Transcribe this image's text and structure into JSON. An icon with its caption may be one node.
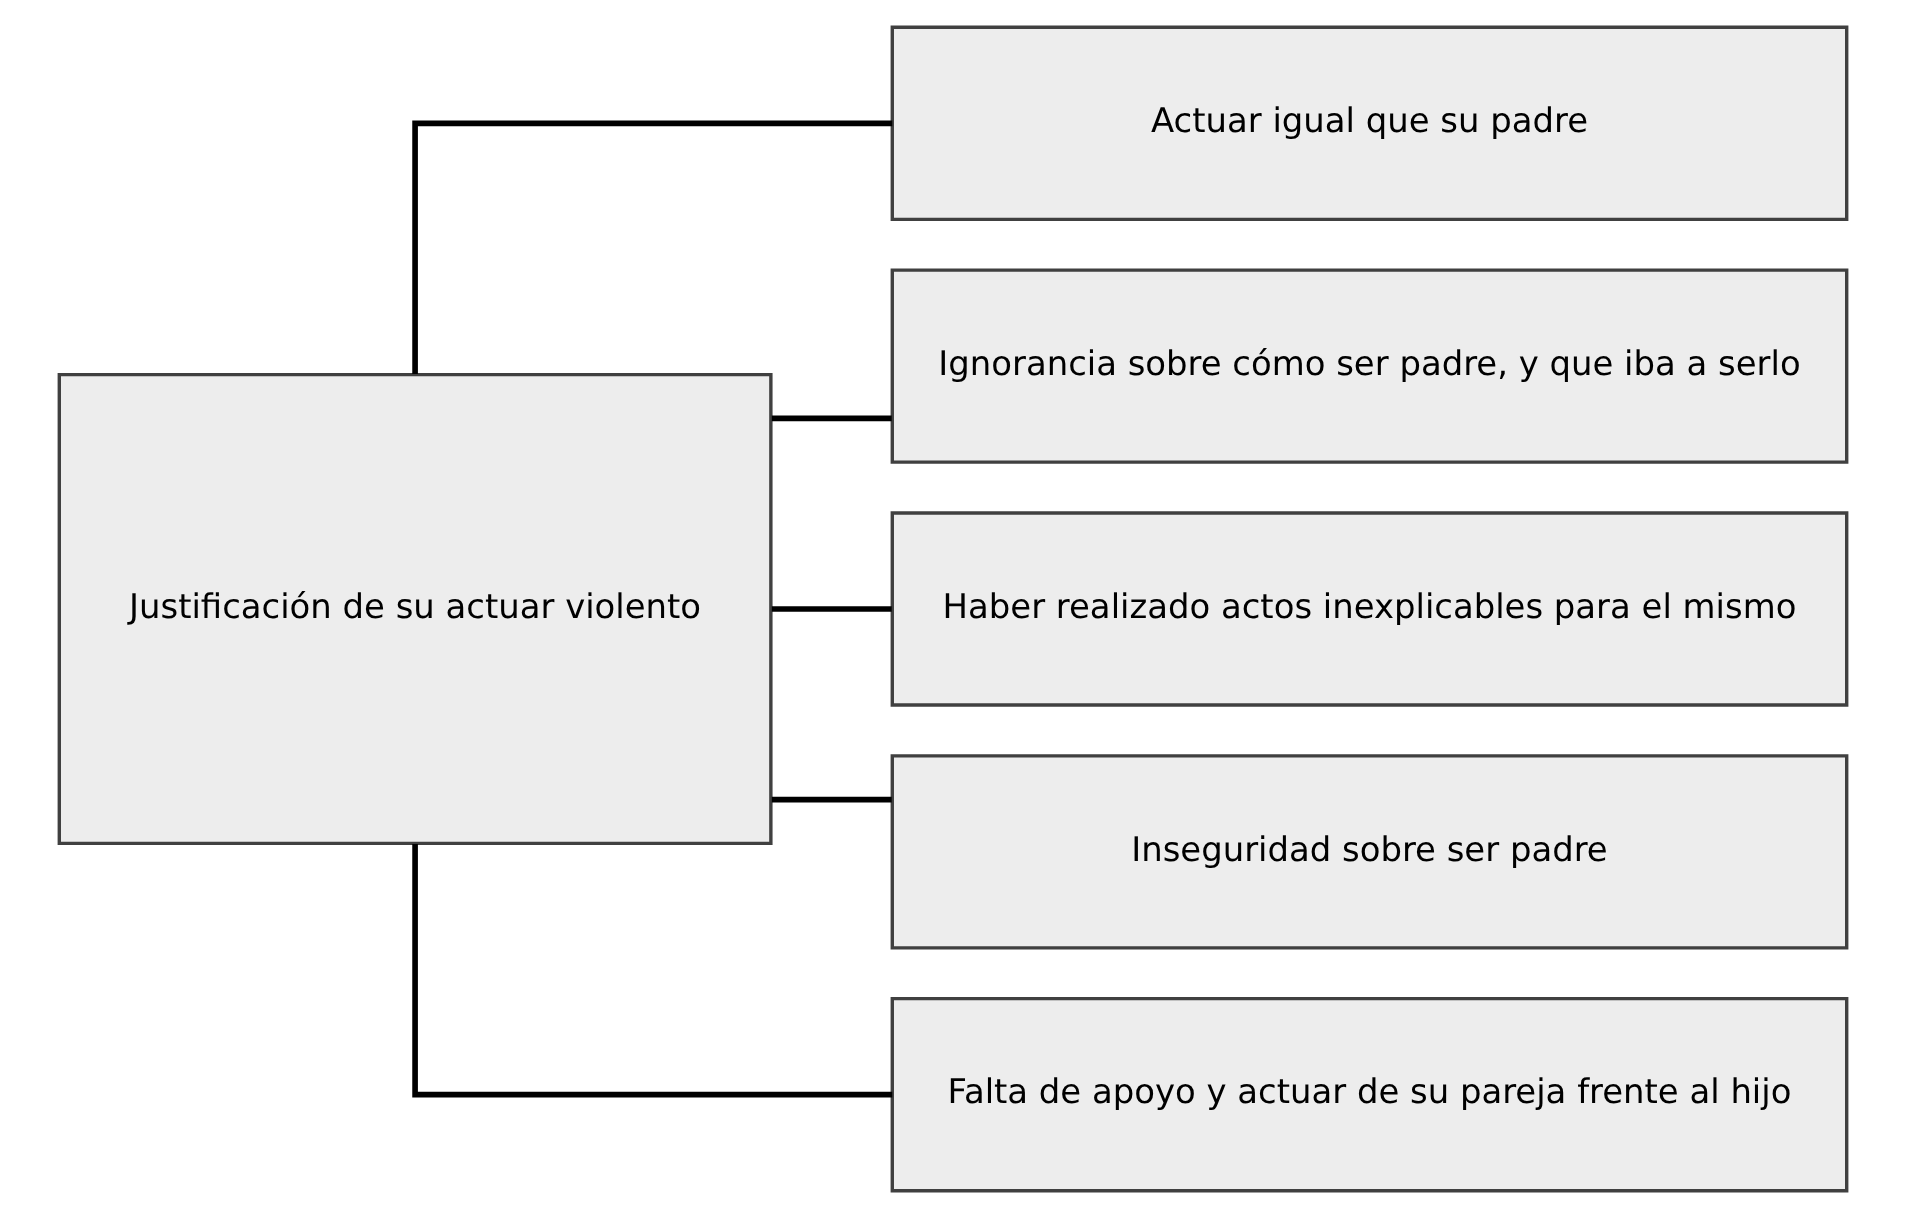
{
  "diagram": {
    "nodes": [
      {
        "text": [
          "Justificación de su actuar violento"
        ]
      },
      {
        "text": [
          "Actuar igual que su padre"
        ]
      },
      {
        "text": [
          "Ignorancia sobre cómo ser padre, y que iba a serlo"
        ]
      },
      {
        "text": [
          "Haber realizado actos inexplicables para el mismo"
        ]
      },
      {
        "text": [
          "Inseguridad sobre ser padre"
        ]
      },
      {
        "text": [
          "Falta de apoyo y actuar de su pareja frente al hijo"
        ]
      }
    ],
    "edges": [
      {
        "from": 0,
        "to": 1,
        "arrow": "none"
      },
      {
        "from": 0,
        "to": 2,
        "arrow": "none"
      },
      {
        "from": 0,
        "to": 3,
        "arrow": "none"
      },
      {
        "from": 0,
        "to": 4,
        "arrow": "none"
      },
      {
        "from": 0,
        "to": 5,
        "arrow": "none"
      }
    ]
  }
}
